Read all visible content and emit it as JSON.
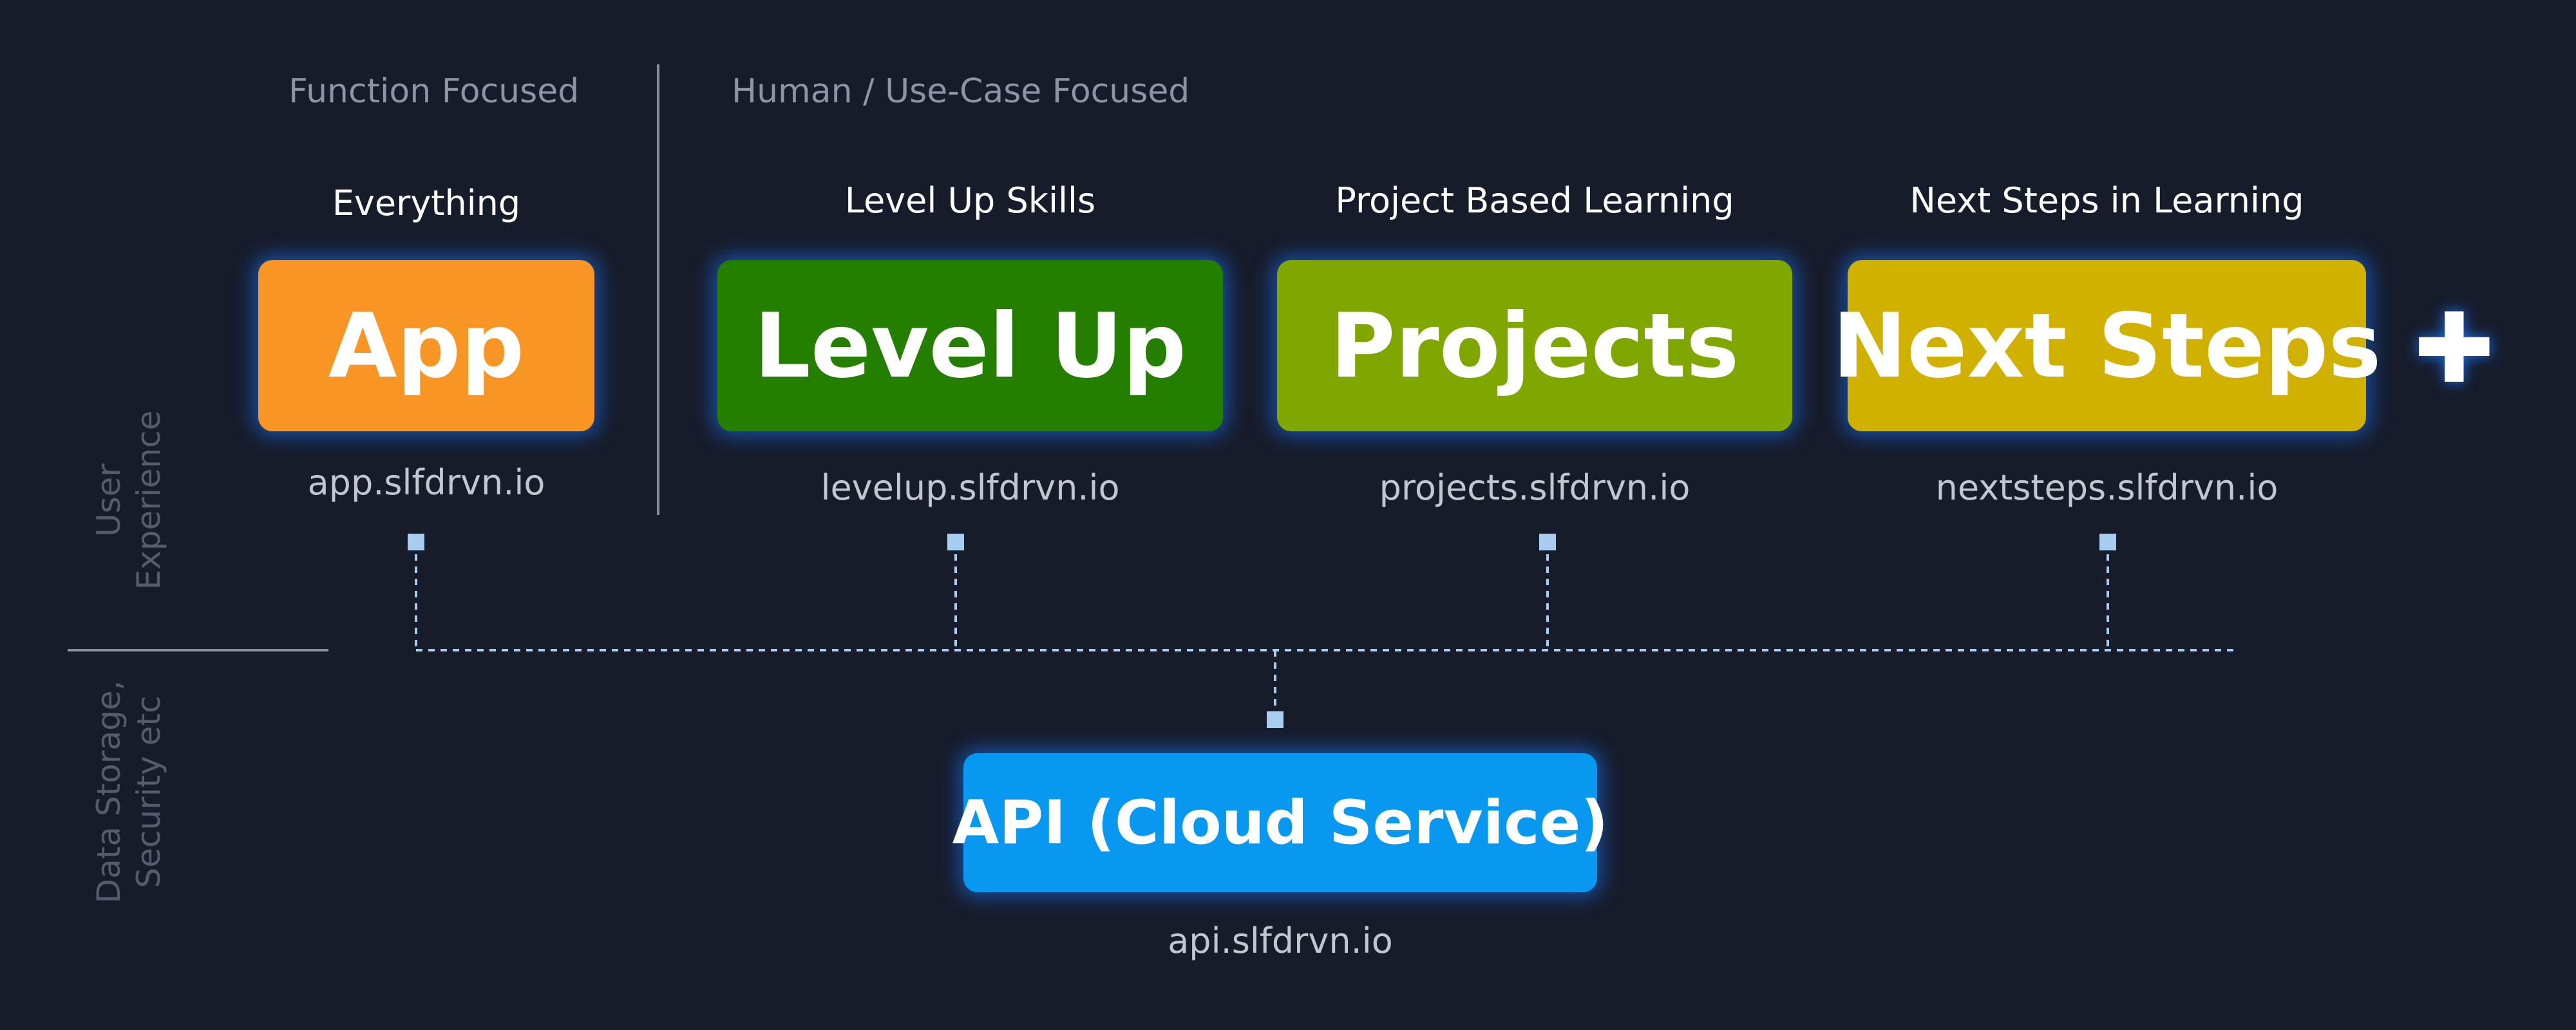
{
  "headings": {
    "function_focused": "Function Focused",
    "human_focused": "Human / Use-Case Focused"
  },
  "side_labels": {
    "user_experience": "User\nExperience",
    "data_storage": "Data Storage,\nSecurity etc"
  },
  "apps": [
    {
      "caption": "Everything",
      "label": "App",
      "url": "app.slfdrvn.io",
      "color": "#f79624"
    },
    {
      "caption": "Level Up Skills",
      "label": "Level Up",
      "url": "levelup.slfdrvn.io",
      "color": "#247f00"
    },
    {
      "caption": "Project Based Learning",
      "label": "Projects",
      "url": "projects.slfdrvn.io",
      "color": "#80a600"
    },
    {
      "caption": "Next Steps in Learning",
      "label": "Next Steps",
      "url": "nextsteps.slfdrvn.io",
      "color": "#d1b100"
    }
  ],
  "api": {
    "label": "API (Cloud Service)",
    "url": "api.slfdrvn.io",
    "color": "#0898f0"
  },
  "connector_color": "#a8cdf0",
  "add_icon": "plus-icon"
}
